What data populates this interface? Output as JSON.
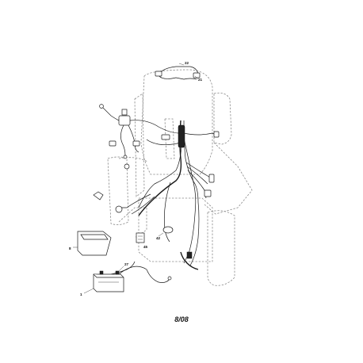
{
  "callouts": {
    "c1": "1",
    "c8": "8",
    "c22": "22",
    "c21": "21",
    "c27": "27",
    "c45": "45",
    "c42": "42"
  },
  "footer": {
    "date": "8/08"
  },
  "colors": {
    "ink": "#1a1a1a",
    "ghost": "#8a8a8a",
    "background": "#ffffff"
  }
}
